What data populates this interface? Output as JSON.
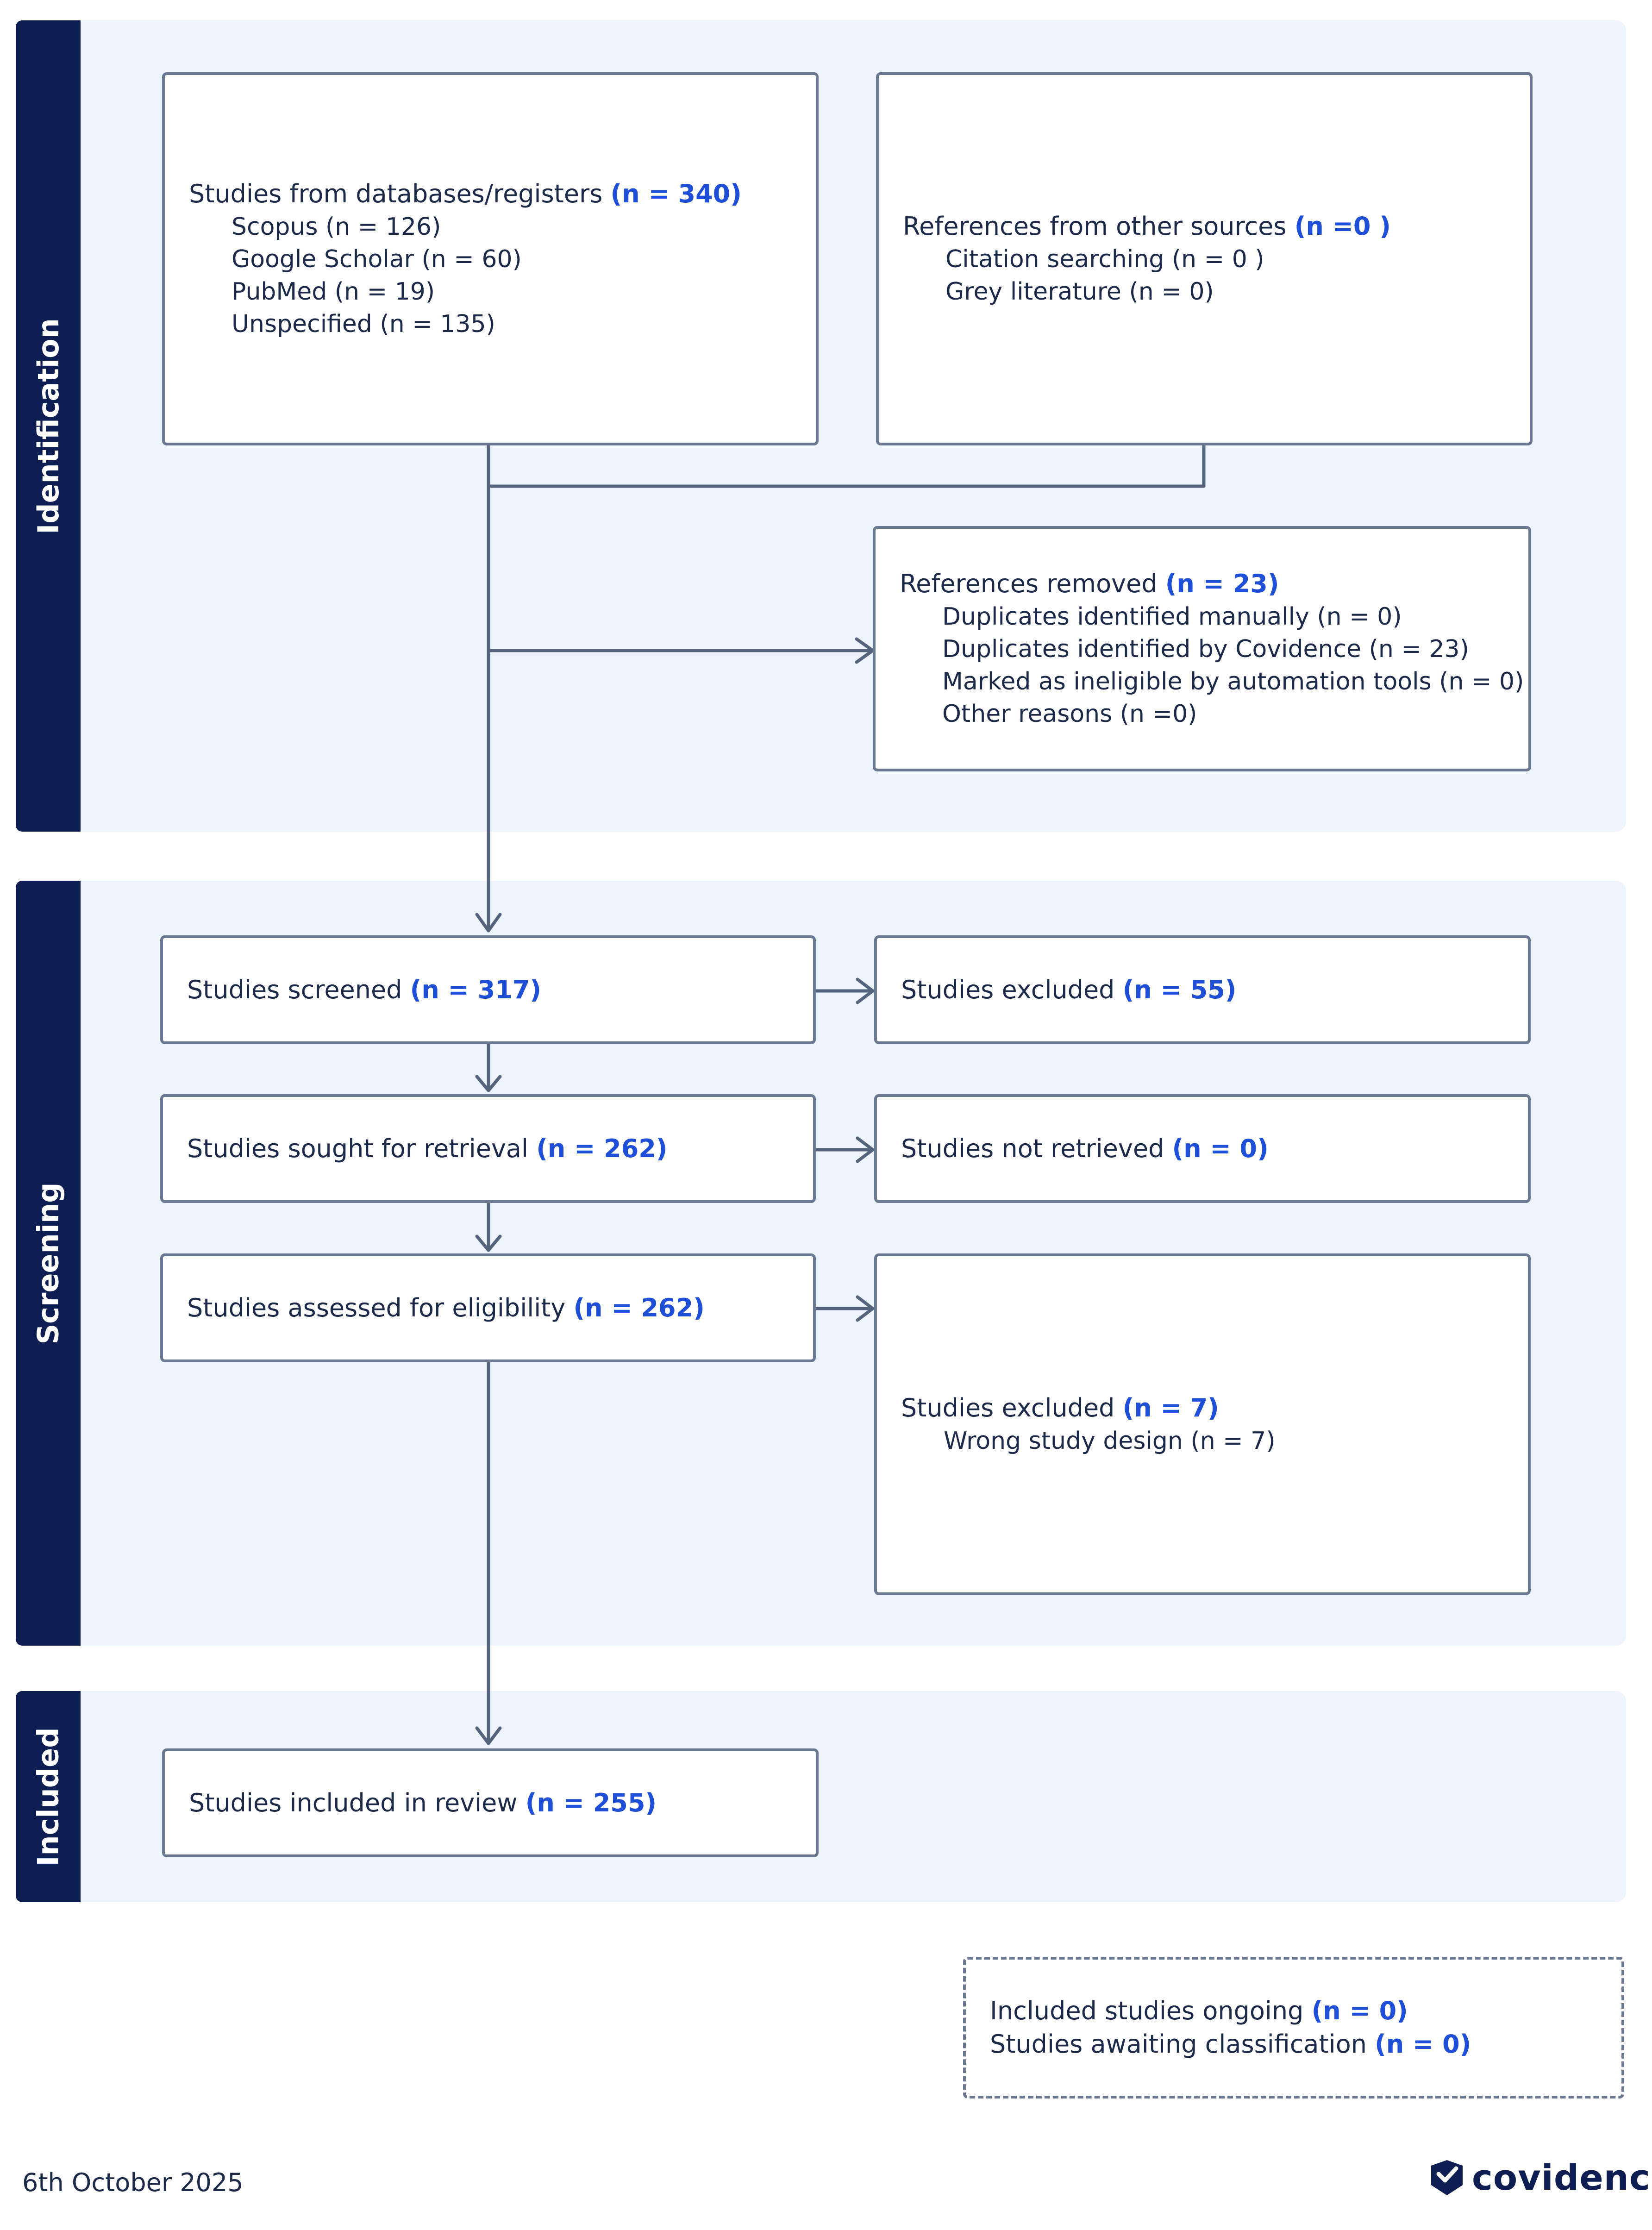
{
  "phases": {
    "identification": "Identification",
    "screening": "Screening",
    "included": "Included"
  },
  "boxes": {
    "databases": {
      "label": "Studies from databases/registers ",
      "count": "(n = 340)",
      "items": [
        "Scopus (n = 126)",
        "Google Scholar (n = 60)",
        "PubMed (n = 19)",
        "Unspecified (n = 135)"
      ]
    },
    "other_sources": {
      "label": "References from other sources ",
      "count": "(n =0 )",
      "items": [
        "Citation searching (n = 0 )",
        "Grey literature (n = 0)"
      ]
    },
    "removed": {
      "label": "References removed ",
      "count": "(n = 23)",
      "items": [
        "Duplicates identified manually (n = 0)",
        "Duplicates identified by Covidence (n = 23)",
        "Marked as ineligible by automation tools (n = 0)",
        "Other reasons (n =0)"
      ]
    },
    "screened": {
      "label": "Studies screened ",
      "count": "(n = 317)"
    },
    "excluded_screen": {
      "label": "Studies excluded ",
      "count": "(n = 55)"
    },
    "sought": {
      "label": "Studies sought for retrieval ",
      "count": "(n = 262)"
    },
    "not_retrieved": {
      "label": "Studies not retrieved ",
      "count": "(n = 0)"
    },
    "assessed": {
      "label": "Studies assessed for eligibility ",
      "count": "(n = 262)"
    },
    "excluded_full": {
      "label": "Studies excluded ",
      "count": "(n = 7)",
      "items": [
        "Wrong study design (n = 7)"
      ]
    },
    "included": {
      "label": "Studies included in review ",
      "count": "(n = 255)"
    },
    "ongoing": {
      "line1": {
        "label": "Included studies ongoing ",
        "count": "(n = 0)"
      },
      "line2": {
        "label": "Studies awaiting classification ",
        "count": "(n = 0)"
      }
    }
  },
  "footer": {
    "date": "6th October 2025",
    "brand": "covidence"
  }
}
